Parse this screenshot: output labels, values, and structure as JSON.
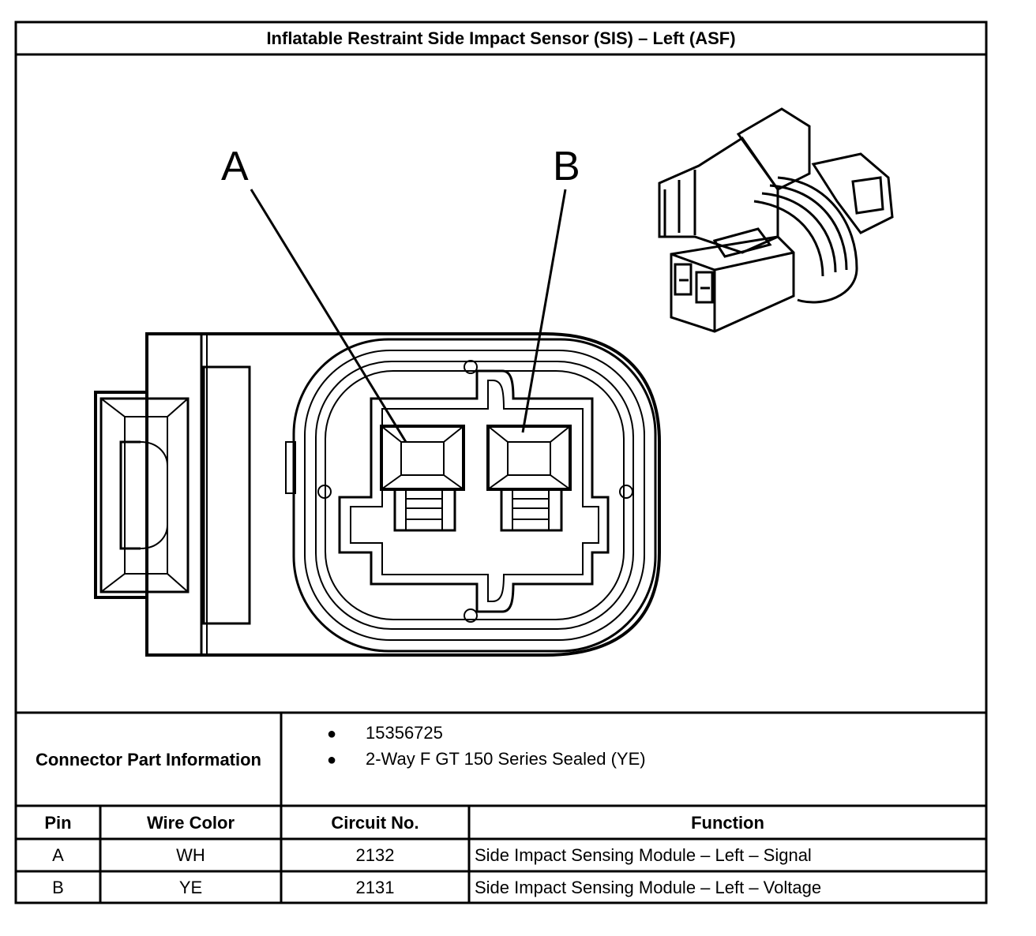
{
  "title": "Inflatable Restraint Side Impact Sensor (SIS) – Left (ASF)",
  "callouts": {
    "a": "A",
    "b": "B"
  },
  "connector_info": {
    "label": "Connector Part Information",
    "items": [
      "15356725",
      "2-Way F GT 150 Series Sealed (YE)"
    ]
  },
  "table": {
    "headers": {
      "pin": "Pin",
      "wire_color": "Wire Color",
      "circuit": "Circuit No.",
      "function": "Function"
    },
    "rows": [
      {
        "pin": "A",
        "wire_color": "WH",
        "circuit": "2132",
        "function": "Side Impact Sensing Module – Left – Signal"
      },
      {
        "pin": "B",
        "wire_color": "YE",
        "circuit": "2131",
        "function": "Side Impact Sensing Module – Left – Voltage"
      }
    ]
  }
}
